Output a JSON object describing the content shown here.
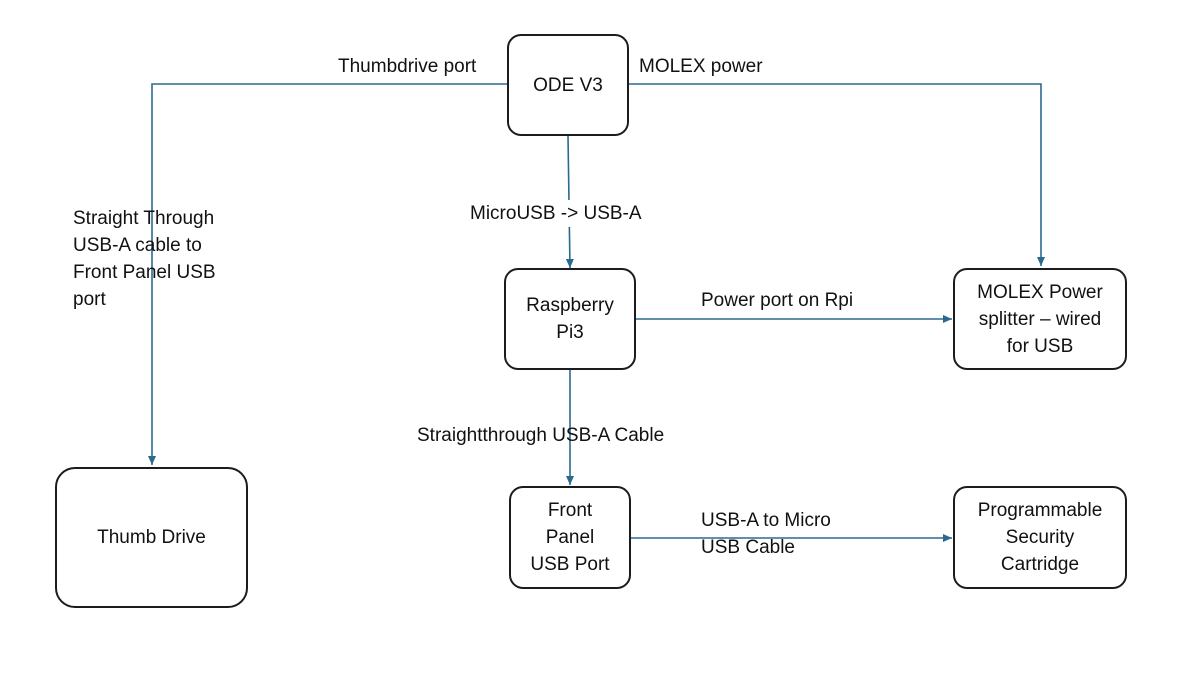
{
  "colors": {
    "connector": "#2a6a8e",
    "border": "#1c1c1c",
    "text": "#111111"
  },
  "nodes": {
    "ode": "ODE V3",
    "rpi": "Raspberry\nPi3",
    "molex": "MOLEX Power\nsplitter – wired\nfor USB",
    "thumb": "Thumb Drive",
    "front": "Front\nPanel\nUSB Port",
    "cartridge": "Programmable\nSecurity\nCartridge"
  },
  "edges": {
    "thumbdrive_port": "Thumbdrive port",
    "molex_power": "MOLEX power",
    "straight_through": "Straight Through\nUSB-A cable to\nFront Panel USB\nport",
    "microusb": "MicroUSB -> USB-A",
    "power_port": "Power port on Rpi",
    "straightthrough": "Straightthrough USB-A Cable",
    "usba_micro": "USB-A to Micro\nUSB Cable"
  }
}
